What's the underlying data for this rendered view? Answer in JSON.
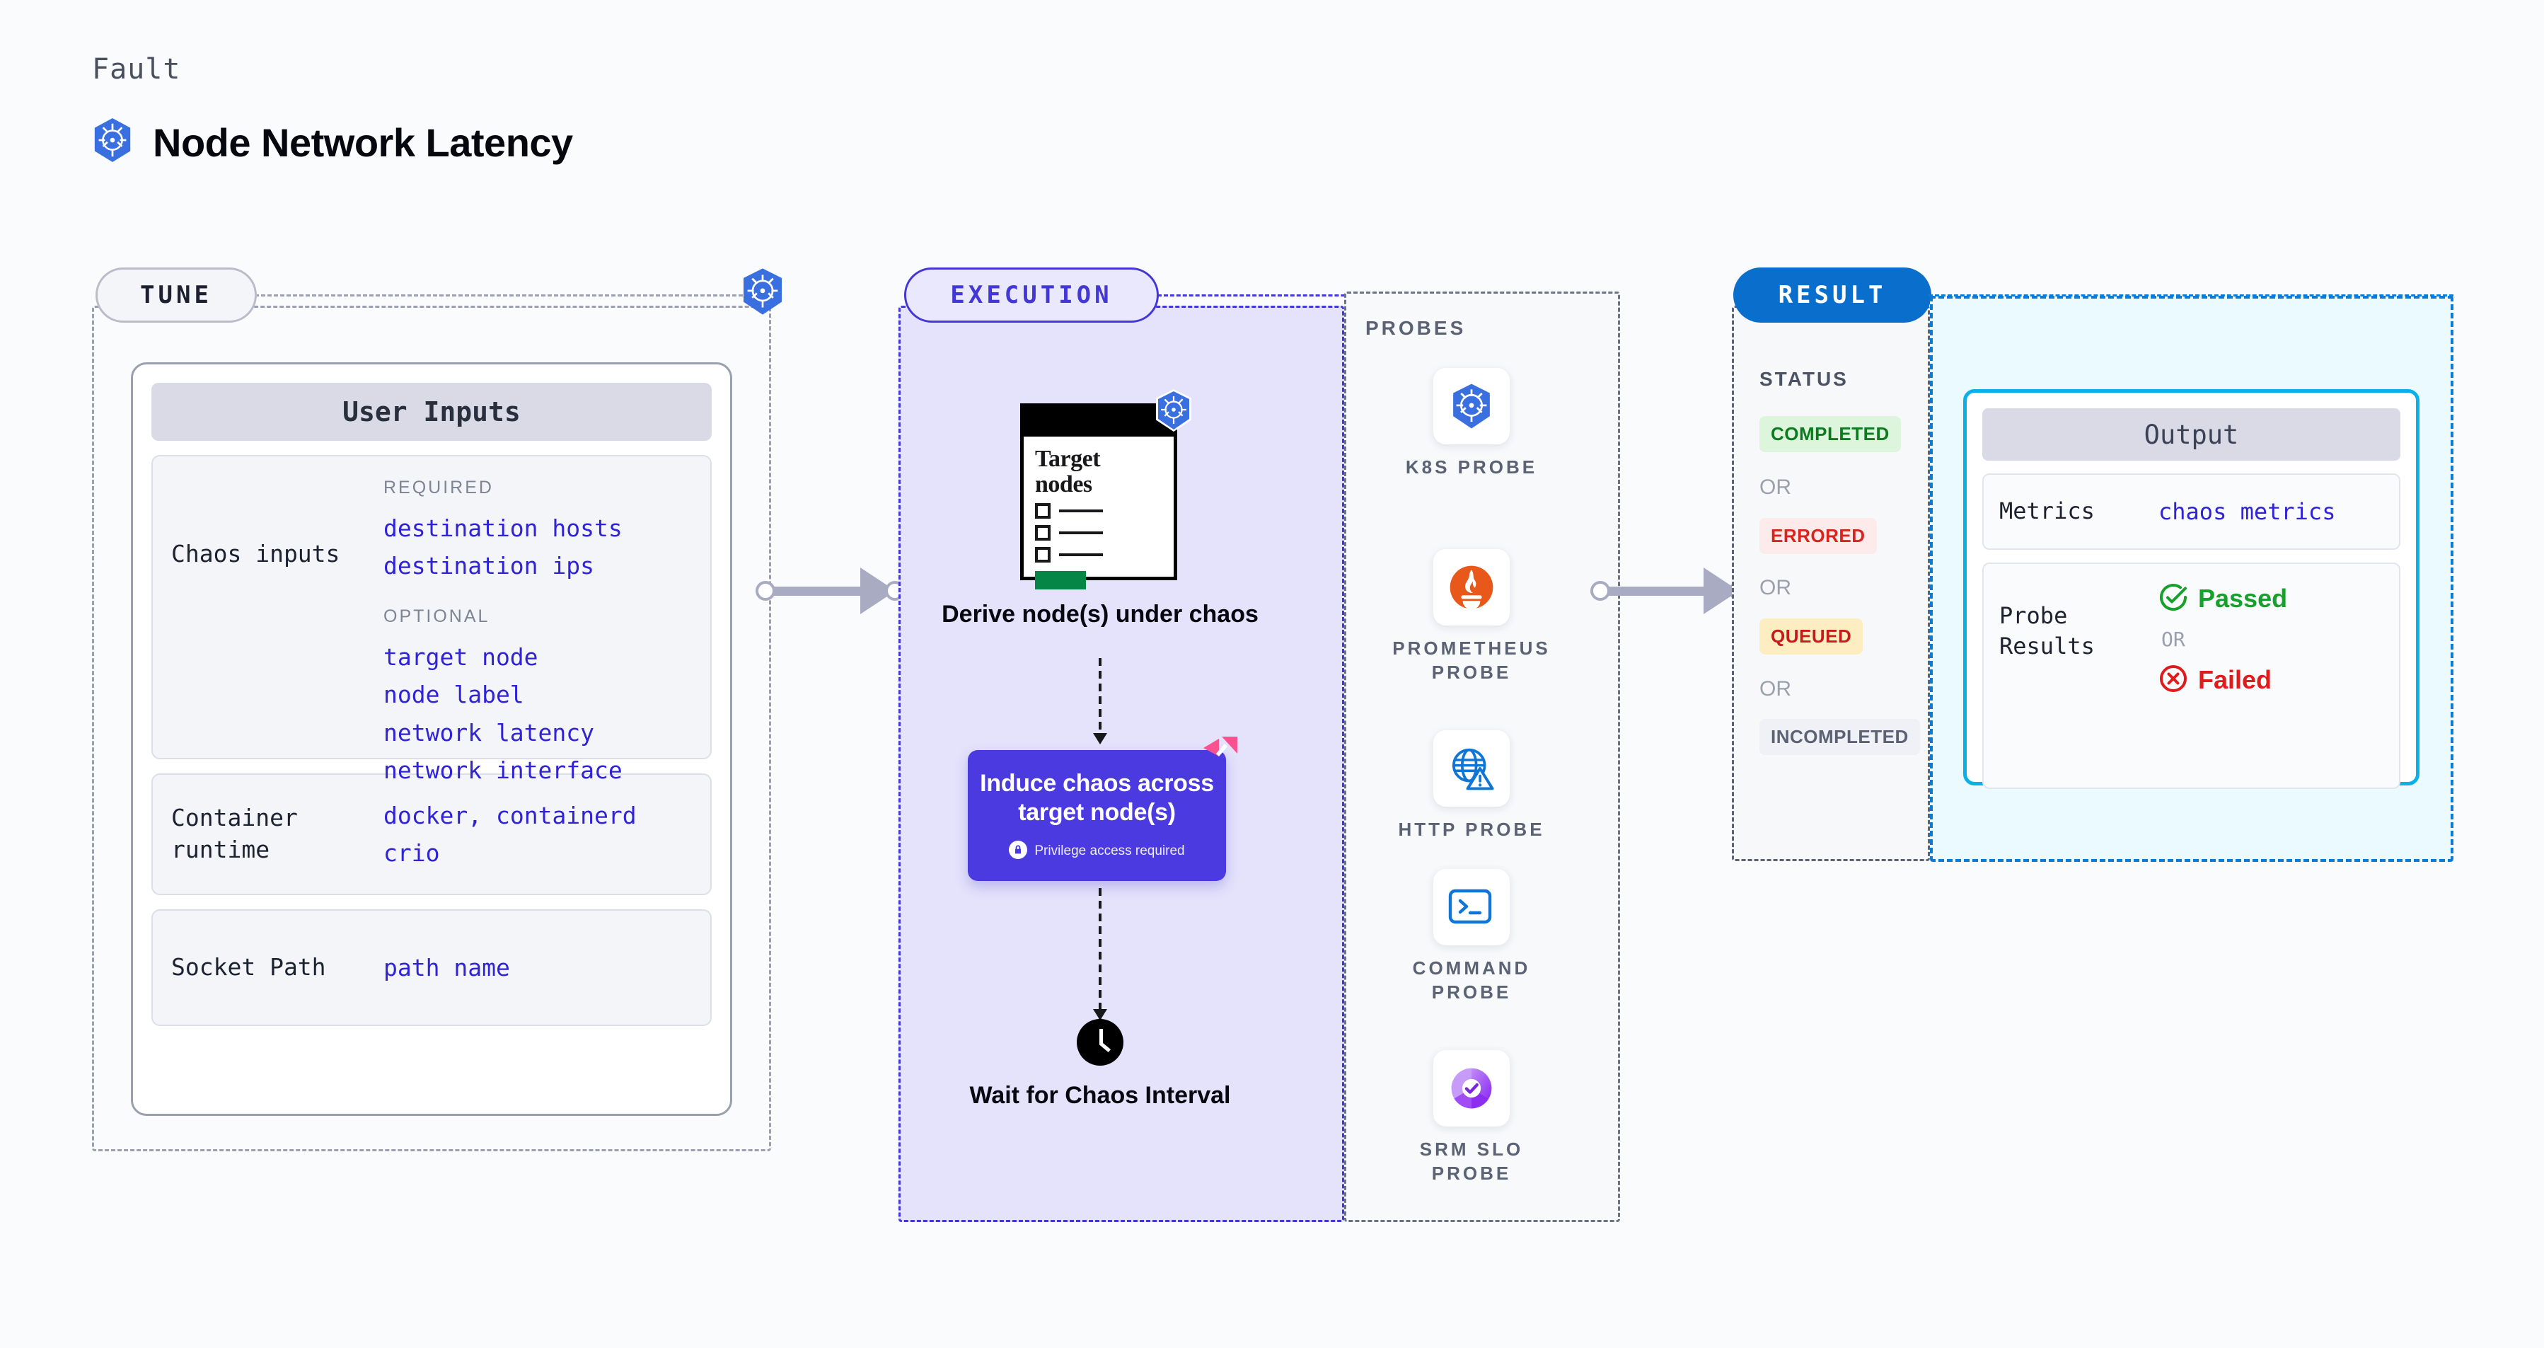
{
  "header": {
    "eyebrow": "Fault",
    "title": "Node Network Latency",
    "icon": "kubernetes-icon"
  },
  "tune": {
    "chip_label": "TUNE",
    "badge_icon": "kubernetes-icon",
    "card_title": "User Inputs",
    "sections": [
      {
        "key": "Chaos inputs",
        "groups": [
          {
            "label": "REQUIRED",
            "values": [
              "destination hosts",
              "destination ips"
            ]
          },
          {
            "label": "OPTIONAL",
            "values": [
              "target node",
              "node label",
              "network latency",
              "network interface"
            ]
          }
        ]
      },
      {
        "key": "Container runtime",
        "values_line1": "docker",
        "separator": ",",
        "values_line1b": "containerd",
        "values_line2": "crio"
      },
      {
        "key": "Socket Path",
        "value": "path name"
      }
    ]
  },
  "execution": {
    "chip_label": "EXECUTION",
    "target_card": {
      "title_line1": "Target",
      "title_line2": "nodes",
      "badge_icon": "kubernetes-icon",
      "checkbox_rows": 3
    },
    "step_derive": "Derive node(s) under chaos",
    "chaos_box": {
      "title": "Induce chaos across target node(s)",
      "privilege_note": "Privilege access required",
      "privilege_icon": "lock-icon",
      "corner_icon": "litmuschaos-icon",
      "color": "#4a3ae0"
    },
    "step_wait": "Wait for Chaos Interval",
    "wait_icon": "clock-icon"
  },
  "probes": {
    "heading": "PROBES",
    "items": [
      {
        "label": "K8S PROBE",
        "icon": "kubernetes-icon"
      },
      {
        "label": "PROMETHEUS PROBE",
        "icon": "prometheus-icon"
      },
      {
        "label": "HTTP PROBE",
        "icon": "http-globe-warning-icon"
      },
      {
        "label": "COMMAND PROBE",
        "icon": "terminal-icon"
      },
      {
        "label": "SRM SLO PROBE",
        "icon": "srm-slo-icon"
      }
    ]
  },
  "result": {
    "chip_label": "RESULT",
    "status_heading": "STATUS",
    "or_label": "OR",
    "statuses": [
      {
        "label": "COMPLETED",
        "text_color": "#0d7a20",
        "bg_color": "#ddf5dd"
      },
      {
        "label": "ERRORED",
        "text_color": "#d6261c",
        "bg_color": "#fdeaea"
      },
      {
        "label": "QUEUED",
        "text_color": "#c61b1b",
        "bg_color": "#fdeec2"
      },
      {
        "label": "INCOMPLETED",
        "text_color": "#5a6274",
        "bg_color": "#eff1f6"
      }
    ]
  },
  "output": {
    "card_title": "Output",
    "rows": [
      {
        "key": "Metrics",
        "value": "chaos metrics"
      },
      {
        "key": "Probe Results",
        "passed": "Passed",
        "or_label": "OR",
        "failed": "Failed"
      }
    ],
    "accent_color": "#0bb0e8"
  }
}
